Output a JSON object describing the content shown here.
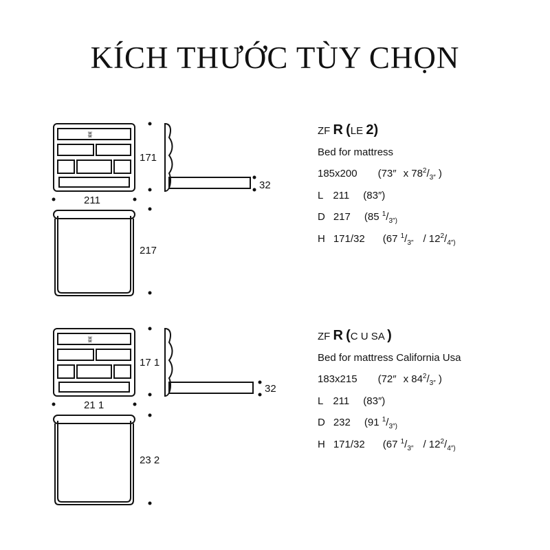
{
  "title": "KÍCH THƯỚC TÙY CHỌN",
  "products": [
    {
      "model_prefix": "ZF",
      "model_letter": "R",
      "model_variant": "LE",
      "model_num": "2",
      "description": "Bed for mattress",
      "mattress": {
        "size": "185x200",
        "inch_a": "73″",
        "inch_b_whole": "78",
        "inch_b_num": "2",
        "inch_b_den": "3″"
      },
      "length": {
        "label": "L",
        "cm": "211",
        "inch": "(83″)"
      },
      "depth": {
        "label": "D",
        "cm": "217",
        "inch_whole": "(85",
        "inch_num": "1",
        "inch_den": "3″)"
      },
      "height": {
        "label": "H",
        "cm": "171/32",
        "a_whole": "(67",
        "a_num": "1",
        "a_den": "3″",
        "b_whole": "/ 12",
        "b_num": "2",
        "b_den": "4″)"
      },
      "dims": {
        "front_height": "171",
        "width": "211",
        "depth": "217",
        "rail": "32"
      }
    },
    {
      "model_prefix": "ZF",
      "model_letter": "R",
      "model_variant": "C U SA",
      "model_num": "",
      "description": "Bed for mattress California Usa",
      "mattress": {
        "size": "183x215",
        "inch_a": "72″",
        "inch_b_whole": "84",
        "inch_b_num": "2",
        "inch_b_den": "3″"
      },
      "length": {
        "label": "L",
        "cm": "211",
        "inch": "(83″)"
      },
      "depth": {
        "label": "D",
        "cm": "232",
        "inch_whole": "(91",
        "inch_num": "1",
        "inch_den": "3″)"
      },
      "height": {
        "label": "H",
        "cm": "171/32",
        "a_whole": "(67",
        "a_num": "1",
        "a_den": "3″",
        "b_whole": "/ 12",
        "b_num": "2",
        "b_den": "4″)"
      },
      "dims": {
        "front_height": "17 1",
        "width": "21 1",
        "depth": "23 2",
        "rail": "32"
      }
    }
  ]
}
